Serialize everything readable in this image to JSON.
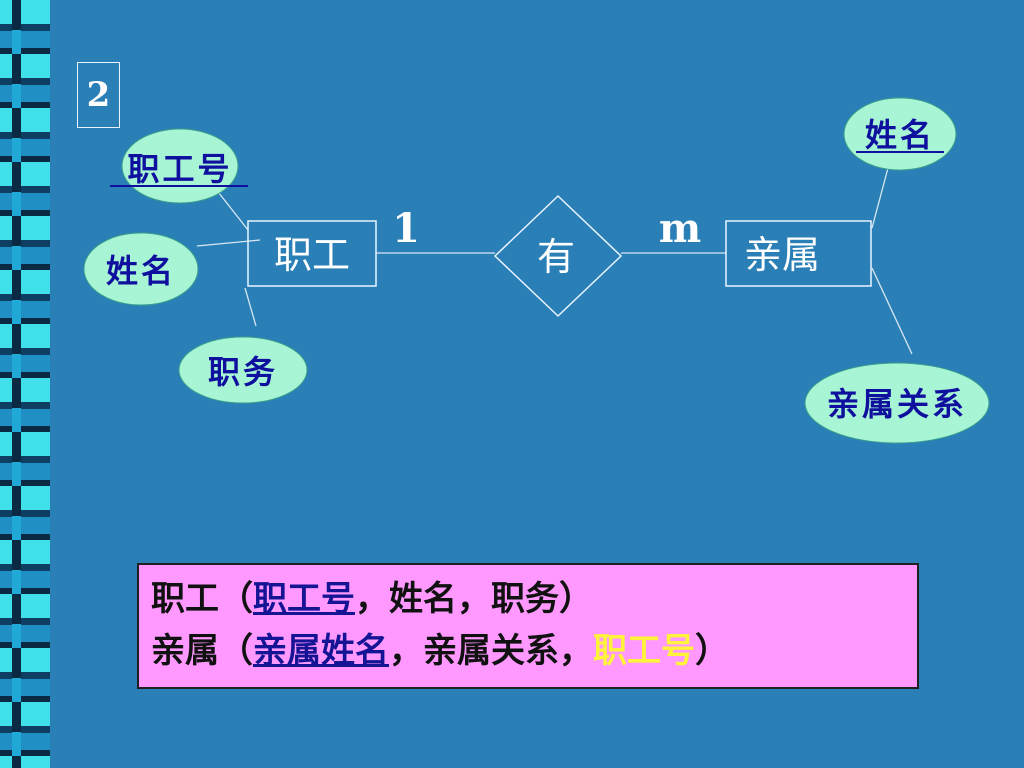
{
  "slide_number": "2",
  "diagram": {
    "entities": {
      "employee": "职工",
      "relative": "亲属"
    },
    "relationship": "有",
    "cardinality": {
      "left": "1",
      "right": "m"
    },
    "attributes": {
      "employee_id": "职工号",
      "employee_name": "姓名",
      "position": "职务",
      "relative_name": "姓名",
      "relation_type": "亲属关系"
    }
  },
  "relations": {
    "employee": {
      "name": "职工",
      "open": "（",
      "pk": "职工号",
      "rest": "，姓名，职务）"
    },
    "relative": {
      "name": "亲属",
      "open": "（",
      "pk": "亲属姓名",
      "mid": "，亲属关系，",
      "fk": "职工号",
      "close": "）"
    }
  },
  "colors": {
    "background": "#2a7fb6",
    "attribute_fill": "#a8f5d6",
    "attribute_text": "#10109e",
    "relation_box": "#ff99ff",
    "foreign_key": "#fff23a"
  }
}
